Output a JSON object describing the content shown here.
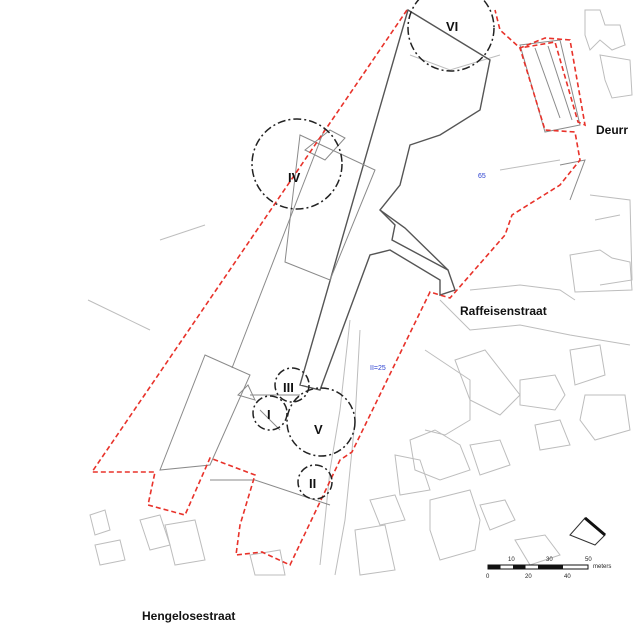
{
  "streets": {
    "deurningerstraat": "Deurr",
    "raffeisenstraat": "Raffeisenstraat",
    "hengelosestraat": "Hengelosestraat"
  },
  "parcel_labels": {
    "top": "65",
    "middle": "II=25"
  },
  "areas": {
    "I": "I",
    "II": "II",
    "III": "III",
    "IV": "IV",
    "V": "V",
    "VI": "VI"
  },
  "scale_bar": {
    "top_ticks": [
      "10",
      "30",
      "50"
    ],
    "bottom_ticks": [
      "0",
      "20",
      "40"
    ],
    "unit": "meters"
  },
  "colors": {
    "boundary": "#e8322a",
    "parcel_text": "#2a3fd0",
    "buildings": "#555555",
    "background_lines": "#bdbdbd"
  },
  "icons": {
    "north_arrow": "north-arrow-icon"
  }
}
